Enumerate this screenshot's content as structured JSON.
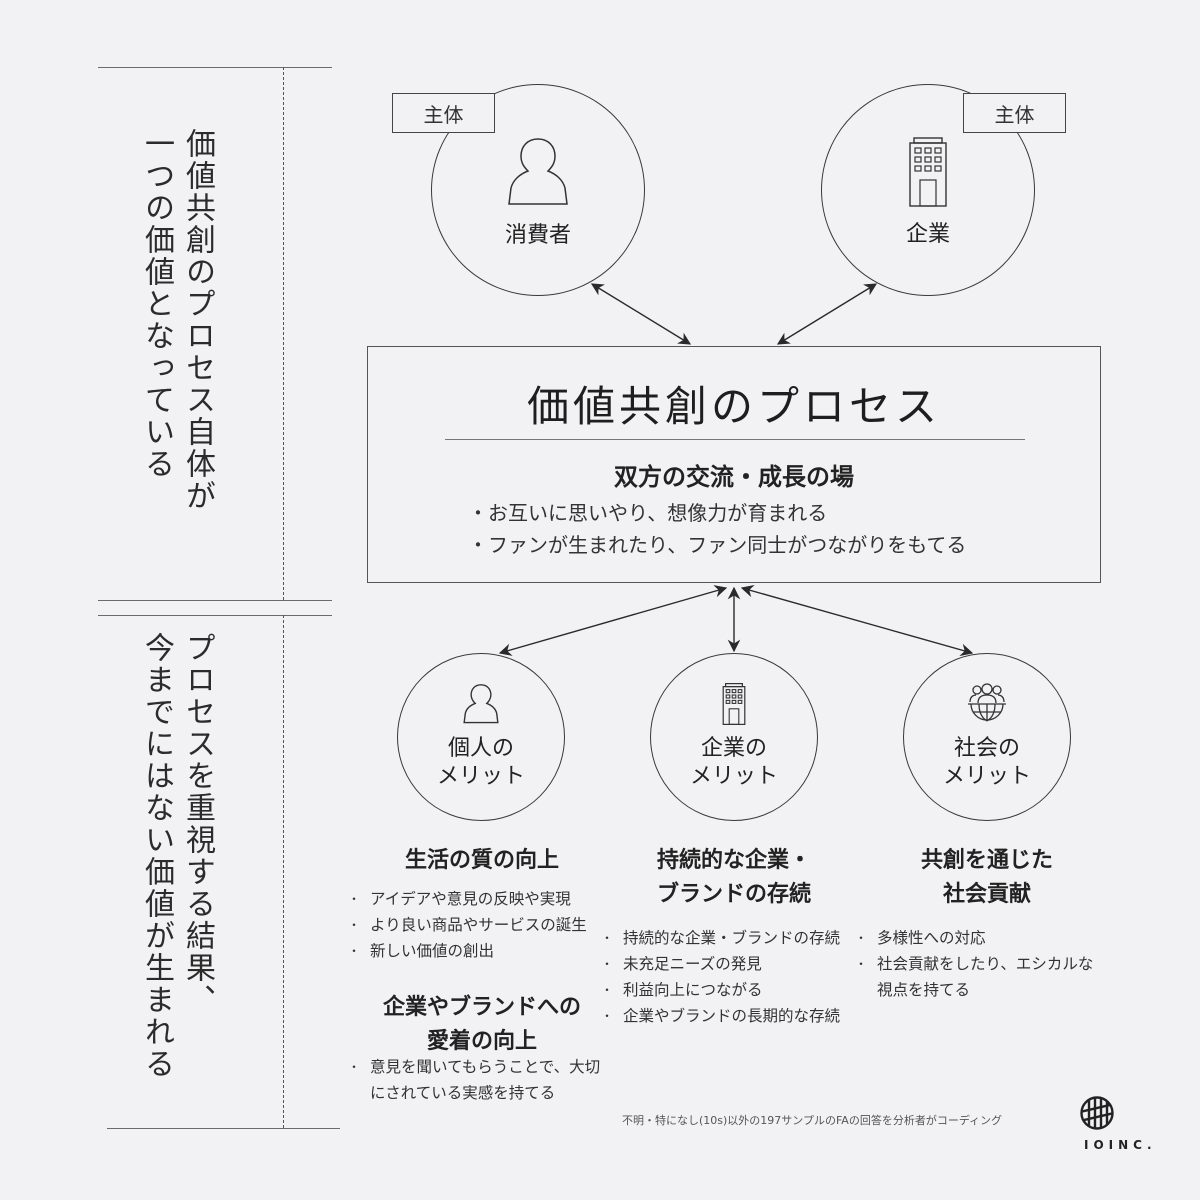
{
  "left_panel": {
    "top": {
      "col1": "価値共創のプロセス自体が",
      "col2": "一つの価値となっている"
    },
    "bottom": {
      "col1": "プロセスを重視する結果、",
      "col2": "今までにはない価値が生まれる"
    }
  },
  "actors": [
    {
      "tag": "主体",
      "label": "消費者",
      "icon": "person-icon"
    },
    {
      "tag": "主体",
      "label": "企業",
      "icon": "building-icon"
    }
  ],
  "process": {
    "title": "価値共創のプロセス",
    "subtitle": "双方の交流・成長の場",
    "items": [
      "・お互いに思いやり、想像力が育まれる",
      "・ファンが生まれたり、ファン同士がつながりをもてる"
    ]
  },
  "benefits": [
    {
      "circle_line1": "個人の",
      "circle_line2": "メリット",
      "icon": "person-icon",
      "sections": [
        {
          "title_line1": "生活の質の向上",
          "title_line2": "",
          "items": [
            "アイデアや意見の反映や実現",
            "より良い商品やサービスの誕生",
            "新しい価値の創出"
          ]
        },
        {
          "title_line1": "企業やブランドへの",
          "title_line2": "愛着の向上",
          "items": [
            "意見を聞いてもらうことで、大切にされている実感を持てる"
          ]
        }
      ]
    },
    {
      "circle_line1": "企業の",
      "circle_line2": "メリット",
      "icon": "building-icon",
      "sections": [
        {
          "title_line1": "持続的な企業・",
          "title_line2": "ブランドの存続",
          "items": [
            "持続的な企業・ブランドの存続",
            "未充足ニーズの発見",
            "利益向上につながる",
            "企業やブランドの長期的な存続"
          ]
        }
      ]
    },
    {
      "circle_line1": "社会の",
      "circle_line2": "メリット",
      "icon": "community-globe-icon",
      "sections": [
        {
          "title_line1": "共創を通じた",
          "title_line2": "社会貢献",
          "items": [
            "多様性への対応",
            "社会貢献をしたり、エシカルな視点を持てる"
          ]
        }
      ]
    }
  ],
  "footnote": "不明・特になし(10s)以外の197サンプルのFAの回答を分析者がコーディング",
  "logo": {
    "text": "IOINC."
  },
  "colors": {
    "background": "#f2f1f3",
    "line": "#3a3a3a",
    "text": "#222222"
  }
}
